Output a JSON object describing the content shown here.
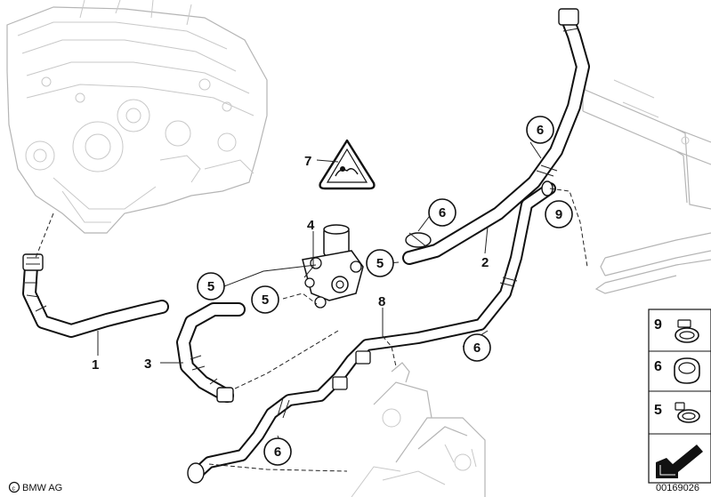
{
  "callouts": {
    "c1": "1",
    "c2": "2",
    "c3": "3",
    "c4": "4",
    "c5a": "5",
    "c5b": "5",
    "c5c": "5",
    "c6a": "6",
    "c6b": "6",
    "c6c": "6",
    "c6d": "6",
    "c7": "7",
    "c8": "8",
    "c9": "9"
  },
  "legend": {
    "item9": "9",
    "item6": "6",
    "item5": "5"
  },
  "footer": {
    "brand": "BMW AG",
    "part_number": "00169026"
  }
}
